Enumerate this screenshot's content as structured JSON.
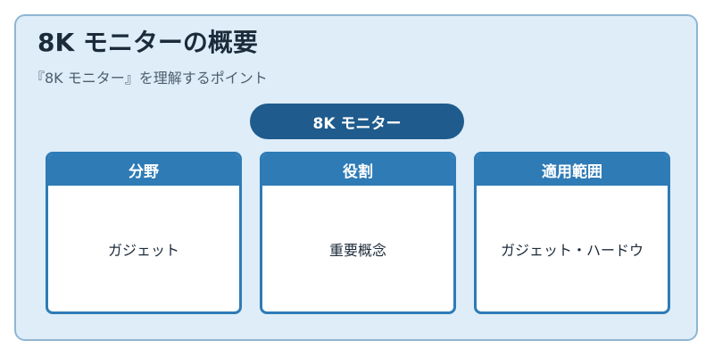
{
  "title": "8K モニターの概要",
  "subtitle": "『8K モニター』を理解するポイント",
  "root": {
    "label": "8K モニター"
  },
  "cards": [
    {
      "header": "分野",
      "body": "ガジェット"
    },
    {
      "header": "役割",
      "body": "重要概念"
    },
    {
      "header": "適用範囲",
      "body": "ガジェット・ハードウ"
    }
  ],
  "colors": {
    "background": "#deedf8",
    "border": "#8fb6d4",
    "root_pill": "#1f5b8c",
    "card_accent": "#2e7bb6"
  }
}
